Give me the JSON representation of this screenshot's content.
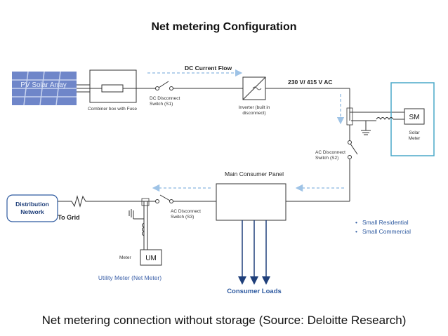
{
  "title": "Net metering Configuration",
  "caption": "Net metering connection without storage (Source: Deloitte Research)",
  "colors": {
    "accent_blue": "#2e5aa0",
    "flow_arrow": "#9ec3e6",
    "solar_box": "#4aa8c9",
    "pv_panel": "#6f86c9",
    "utility_text": "#3a5fa8"
  },
  "labels": {
    "pv_array": "PV Solar Array",
    "combiner": "Combiner box with Fuse",
    "dc_flow": "DC Current Flow",
    "dc_switch_1": "DC Disconnect",
    "dc_switch_2": "Switch (S1)",
    "inverter_1": "Inverter (built in",
    "inverter_2": "disconnect)",
    "voltage": "230 V/ 415 V AC",
    "sm": "SM",
    "solar_meter_1": "Solar",
    "solar_meter_2": "Meter",
    "ac_switch_s2_1": "AC Disconnect",
    "ac_switch_s2_2": "Switch (S2)",
    "main_panel": "Main Consumer Panel",
    "distribution_1": "Distribution",
    "distribution_2": "Network",
    "to_grid": "To Grid",
    "ac_switch_s3_1": "AC Disconnect",
    "ac_switch_s3_2": "Switch (S3)",
    "meter": "Meter",
    "um": "UM",
    "utility_meter": "Utility Meter (Net Meter)",
    "consumer_loads": "Consumer Loads",
    "bullet_1": "Small Residential",
    "bullet_2": "Small Commercial"
  }
}
